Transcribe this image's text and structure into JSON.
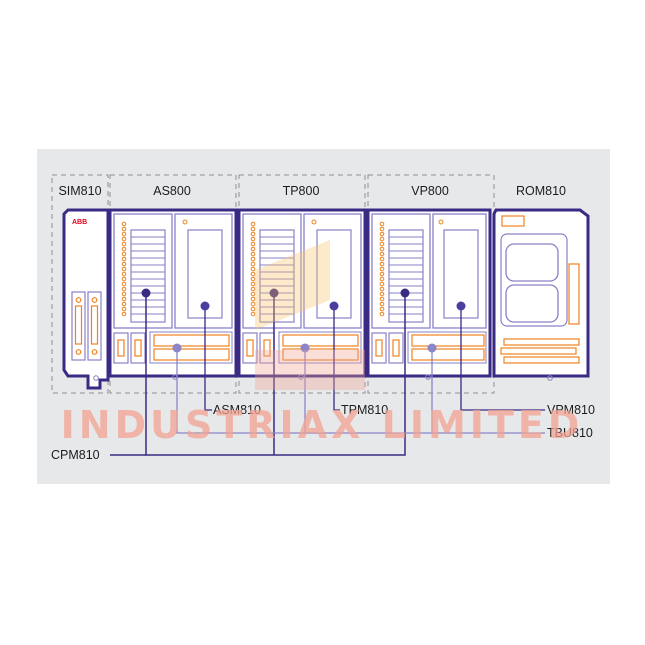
{
  "diagram": {
    "groups": [
      {
        "id": "sim",
        "label": "SIM810"
      },
      {
        "id": "as",
        "label": "AS800"
      },
      {
        "id": "tp",
        "label": "TP800"
      },
      {
        "id": "vp",
        "label": "VP800"
      },
      {
        "id": "rom",
        "label": "ROM810"
      }
    ],
    "callouts": {
      "asm": "ASM810",
      "tpm": "TPM810",
      "vpm": "VPM810",
      "tbu": "TBU810",
      "cpm": "CPM810"
    },
    "brand_mark": "ABB",
    "watermark": "INDUSTRIAX LIMITED",
    "colors": {
      "background_panel": "#e7e8ea",
      "module_outline": "#3b2a84",
      "module_inner": "#8a80c8",
      "orange_accent": "#f0831f",
      "callout_dot": "#3b2a84",
      "tbu_dot": "#8b85c9",
      "watermark": "#f2a391",
      "brand_red": "#e2001a"
    }
  }
}
